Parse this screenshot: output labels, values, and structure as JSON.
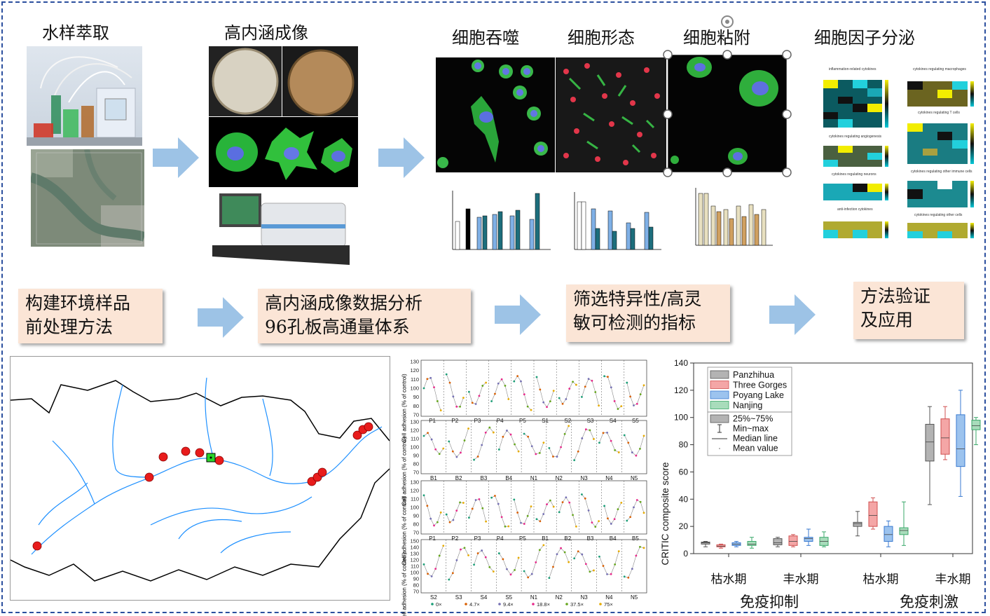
{
  "stages": {
    "water_extraction": "水样萃取",
    "hci_imaging": "高内涵成像",
    "phagocytosis": "细胞吞噬",
    "morphology": "细胞形态",
    "adhesion": "细胞粘附",
    "cytokine": "细胞因子分泌"
  },
  "steps": {
    "step1": [
      "构建环境样品",
      "前处理方法"
    ],
    "step2": [
      "高内涵成像数据分析",
      "96孔板高通量体系"
    ],
    "step3": [
      "筛选特异性/高灵",
      "敏可检测的指标"
    ],
    "step4": [
      "方法验证",
      "及应用"
    ]
  },
  "heatmap_titles": [
    "inflammation-related cytokines",
    "cytokines regulating macrophages",
    "cytokines regulating T cells",
    "cytokines regulating angiogenesis",
    "cytokines regulating neurons",
    "cytokines regulating other immune cells",
    "anti-infection cytokines",
    "cytokines regulating other cells"
  ],
  "adhesion_panel": {
    "ylabel": "Cell adhesion (% of control)",
    "row1_labels": [
      "P1",
      "P2",
      "P3",
      "P4",
      "P5",
      "S1",
      "S2",
      "S3",
      "S4",
      "S5"
    ],
    "row2_labels": [
      "B1",
      "B2",
      "B3",
      "B4",
      "N1",
      "N2",
      "N3",
      "N4",
      "N5"
    ],
    "row3_labels": [
      "P1",
      "P2",
      "P3",
      "P4",
      "P5",
      "B1",
      "B2",
      "B3",
      "B4",
      "B5"
    ],
    "row4_labels": [
      "S2",
      "S3",
      "S4",
      "S5",
      "N1",
      "N2",
      "N3",
      "N4",
      "N5"
    ],
    "yticks": [
      "130",
      "120",
      "110",
      "100",
      "90",
      "80",
      "70"
    ],
    "row4_yticks": [
      "150",
      "140",
      "130",
      "120",
      "110",
      "100",
      "90",
      "80",
      "70"
    ],
    "legend": [
      "0×",
      "4.7×",
      "9.4×",
      "18.8×",
      "37.5×",
      "75×"
    ]
  },
  "chart_data": {
    "type": "box",
    "ylabel": "CRITIC composite score",
    "ylim": [
      0,
      140
    ],
    "yticks": [
      "0",
      "20",
      "40",
      "60",
      "80",
      "100",
      "120",
      "140"
    ],
    "series": [
      {
        "name": "Panzhihua",
        "color": "#b3b3b3"
      },
      {
        "name": "Three Gorges",
        "color": "#f4a6a6"
      },
      {
        "name": "Poyang Lake",
        "color": "#9cc3ee"
      },
      {
        "name": "Nanjing",
        "color": "#a8dcbb"
      }
    ],
    "legend_stats": [
      "25%~75%",
      "Min~max",
      "Median line",
      "Mean value"
    ],
    "categories": [
      "枯水期",
      "丰水期",
      "枯水期",
      "丰水期"
    ],
    "groups": [
      "免疫抑制",
      "免疫刺激"
    ],
    "boxes": [
      [
        {
          "min": 5,
          "q1": 7,
          "median": 8,
          "q3": 8.5,
          "max": 9
        },
        {
          "min": 4,
          "q1": 5,
          "median": 5.5,
          "q3": 6.5,
          "max": 7
        },
        {
          "min": 5,
          "q1": 6,
          "median": 7,
          "q3": 8,
          "max": 9
        },
        {
          "min": 4,
          "q1": 6,
          "median": 7,
          "q3": 9,
          "max": 12
        }
      ],
      [
        {
          "min": 5,
          "q1": 6.5,
          "median": 8,
          "q3": 11,
          "max": 12
        },
        {
          "min": 5,
          "q1": 6,
          "median": 9,
          "q3": 13,
          "max": 14
        },
        {
          "min": 6,
          "q1": 9,
          "median": 11,
          "q3": 12,
          "max": 18
        },
        {
          "min": 5,
          "q1": 6,
          "median": 9,
          "q3": 12,
          "max": 16
        }
      ],
      [
        {
          "min": 13,
          "q1": 20,
          "median": 22,
          "q3": 23,
          "max": 31
        },
        {
          "min": 18,
          "q1": 20,
          "median": 28,
          "q3": 38,
          "max": 41
        },
        {
          "min": 5,
          "q1": 9,
          "median": 14,
          "q3": 20,
          "max": 24
        },
        {
          "min": 6,
          "q1": 14,
          "median": 17,
          "q3": 19,
          "max": 38
        }
      ],
      [
        {
          "min": 36,
          "q1": 68,
          "median": 82,
          "q3": 95,
          "max": 108
        },
        {
          "min": 69,
          "q1": 73,
          "median": 85,
          "q3": 99,
          "max": 108
        },
        {
          "min": 42,
          "q1": 64,
          "median": 77,
          "q3": 102,
          "max": 120
        },
        {
          "min": 80,
          "q1": 91,
          "median": 94,
          "q3": 98,
          "max": 100
        }
      ]
    ]
  }
}
